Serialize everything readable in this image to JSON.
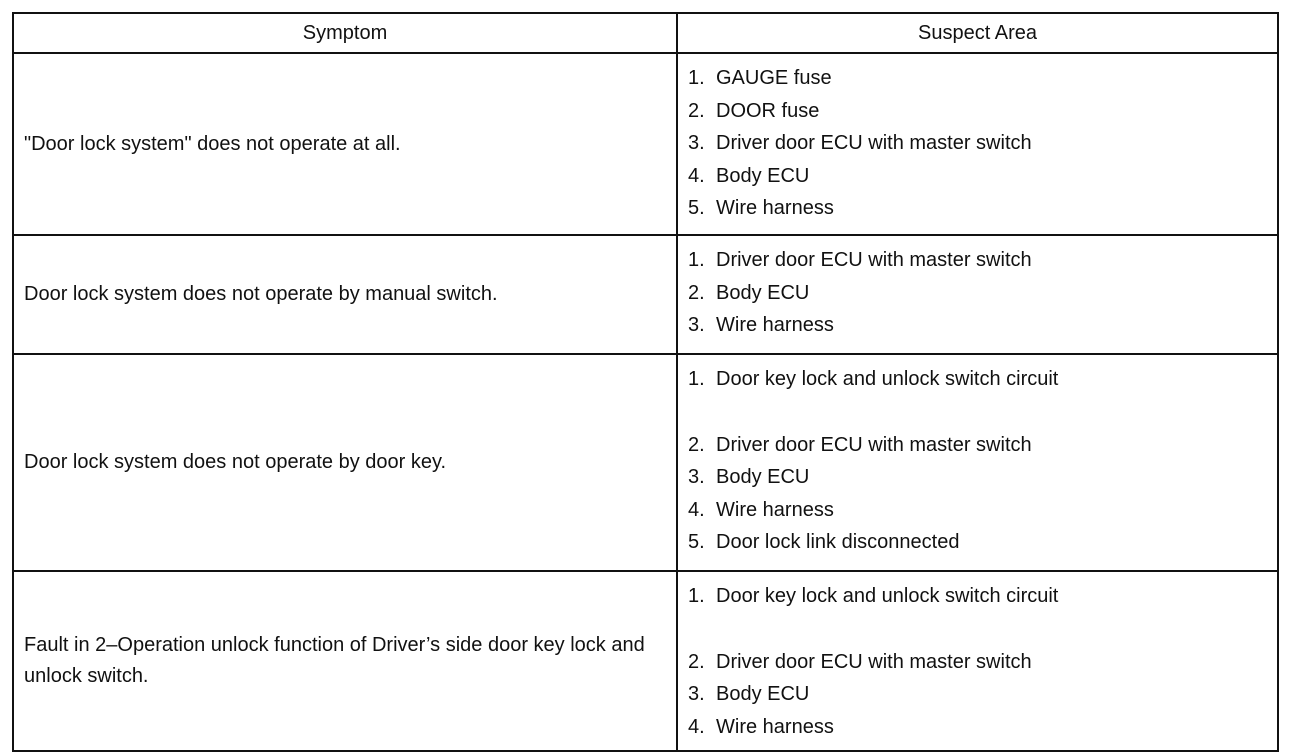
{
  "table": {
    "headers": {
      "symptom": "Symptom",
      "suspect_area": "Suspect Area"
    },
    "rows": [
      {
        "symptom": "\"Door lock system\" does not operate at all.",
        "areas": [
          {
            "num": "1.",
            "text": "GAUGE fuse"
          },
          {
            "num": "2.",
            "text": "DOOR fuse"
          },
          {
            "num": "3.",
            "text": "Driver door ECU with master switch"
          },
          {
            "num": "4.",
            "text": "Body ECU"
          },
          {
            "num": "5.",
            "text": "Wire harness"
          }
        ]
      },
      {
        "symptom": "Door lock system does not operate by manual switch.",
        "areas": [
          {
            "num": "1.",
            "text": "Driver door ECU with master switch"
          },
          {
            "num": "2.",
            "text": "Body ECU"
          },
          {
            "num": "3.",
            "text": "Wire harness"
          }
        ]
      },
      {
        "symptom": "Door lock system does not operate by door key.",
        "areas": [
          {
            "num": "1.",
            "text": "Door key lock and unlock switch circuit"
          },
          {
            "num": "2.",
            "text": "Driver door ECU with master switch"
          },
          {
            "num": "3.",
            "text": "Body ECU"
          },
          {
            "num": "4.",
            "text": "Wire harness"
          },
          {
            "num": "5.",
            "text": "Door lock link disconnected"
          }
        ]
      },
      {
        "symptom": "Fault in 2–Operation unlock function of Driver’s side door key lock and unlock switch.",
        "areas": [
          {
            "num": "1.",
            "text": "Door key lock and unlock switch circuit"
          },
          {
            "num": "2.",
            "text": "Driver door ECU with master switch"
          },
          {
            "num": "3.",
            "text": "Body ECU"
          },
          {
            "num": "4.",
            "text": "Wire harness"
          }
        ]
      }
    ]
  }
}
